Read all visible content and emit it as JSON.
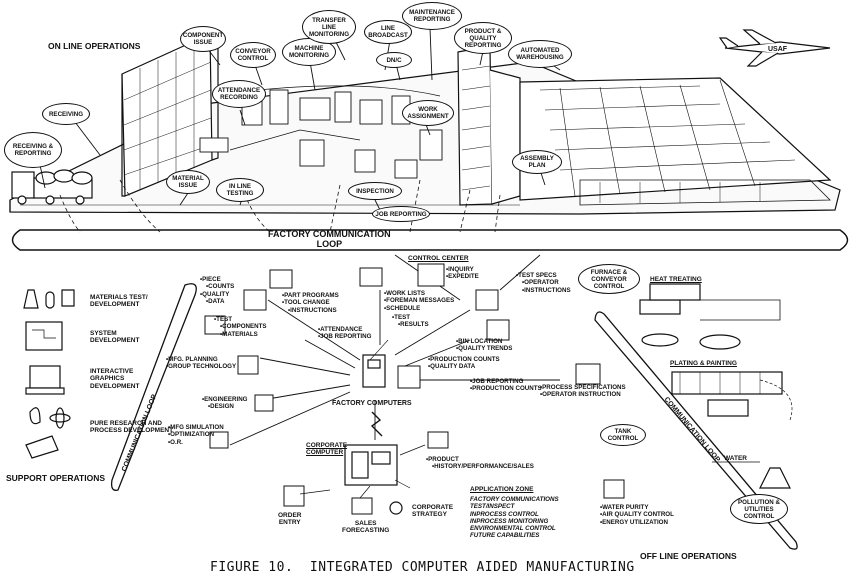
{
  "figure_title": "FIGURE 10.  INTEGRATED COMPUTER AIDED MANUFACTURING",
  "sections": {
    "on_line": "ON LINE OPERATIONS",
    "support": "SUPPORT OPERATIONS",
    "off_line": "OFF LINE OPERATIONS"
  },
  "factory_loop": "FACTORY COMMUNICATION\nLOOP",
  "comm_loop_left": "COMMUNICATION LOOP",
  "comm_loop_right": "COMMUNICATION LOOP",
  "aircraft_marking": "USAF",
  "callouts": {
    "receiving_reporting": "RECEIVING &\nREPORTING",
    "receiving": "RECEIVING",
    "component_issue": "COMPONENT\nISSUE",
    "conveyor_control": "CONVEYOR\nCONTROL",
    "machine_monitoring": "MACHINE\nMONITORING",
    "transfer_line": "TRANSFER\nLINE\nMONITORING",
    "line_broadcast": "LINE\nBROADCAST",
    "maintenance": "MAINTENANCE\nREPORTING",
    "product_quality": "PRODUCT &\nQUALITY\nREPORTING",
    "automated_warehousing": "AUTOMATED\nWAREHOUSING",
    "dnc": "DN/C",
    "attendance": "ATTENDANCE\nRECORDING",
    "work_assignment": "WORK\nASSIGNMENT",
    "material_issue": "MATERIAL\nISSUE",
    "in_line_testing": "IN LINE\nTESTING",
    "inspection": "INSPECTION",
    "job_reporting": "JOB REPORTING",
    "assembly_plan": "ASSEMBLY\nPLAN",
    "furnace": "FURNACE &\nCONVEYOR\nCONTROL",
    "tank_control": "TANK\nCONTROL",
    "pollution": "POLLUTION &\nUTILITIES\nCONTROL"
  },
  "control_center": {
    "title": "CONTROL CENTER",
    "items": [
      "INQUIRY",
      "EXPEDITE"
    ]
  },
  "labels": {
    "piece_counts": [
      "PIECE",
      "COUNTS",
      "QUALITY",
      "DATA"
    ],
    "part_programs": [
      "PART PROGRAMS",
      "TOOL CHANGE",
      "INSTRUCTIONS"
    ],
    "work_lists": [
      "WORK LISTS",
      "FOREMAN MESSAGES",
      "SCHEDULE"
    ],
    "test_specs": [
      "TEST SPECS",
      "OPERATOR",
      "INSTRUCTIONS"
    ],
    "test_components": [
      "TEST",
      "COMPONENTS",
      "MATERIALS"
    ],
    "attendance_job": [
      "ATTENDANCE",
      "JOB REPORTING"
    ],
    "test_results": [
      "TEST",
      "RESULTS"
    ],
    "bin_location": [
      "BIN LOCATION",
      "QUALITY TRENDS"
    ],
    "production_counts": [
      "PRODUCTION COUNTS",
      "QUALITY DATA"
    ],
    "mfg_planning": [
      "MFG. PLANNING",
      "GROUP TECHNOLOGY"
    ],
    "job_reporting_prod": [
      "JOB REPORTING",
      "PRODUCTION COUNTS"
    ],
    "process_specs": [
      "PROCESS SPECIFICATIONS",
      "OPERATOR INSTRUCTION"
    ],
    "engineering_design": [
      "ENGINEERING",
      "DESIGN"
    ],
    "mfg_simulation": [
      "MFG SIMULATION",
      "OPTIMIZATION",
      "O.R."
    ],
    "factory_computers": "FACTORY COMPUTERS",
    "corporate_computer": "CORPORATE\nCOMPUTER",
    "product_history": [
      "PRODUCT",
      "HISTORY/PERFORMANCE/SALES"
    ],
    "corporate_strategy": "CORPORATE\nSTRATEGY",
    "order_entry": "ORDER\nENTRY",
    "sales_forecasting": "SALES\nFORECASTING",
    "heat_treating": "HEAT TREATING",
    "plating_painting": "PLATING & PAINTING",
    "water": "WATER",
    "water_purity": [
      "WATER PURITY",
      "AIR QUALITY CONTROL",
      "ENERGY UTILIZATION"
    ]
  },
  "support_items": [
    "MATERIALS TEST/\nDEVELOPMENT",
    "SYSTEM\nDEVELOPMENT",
    "INTERACTIVE\nGRAPHICS\nDEVELOPMENT",
    "PURE RESEARCH AND\nPROCESS DEVELOPMENT"
  ],
  "application_zone": {
    "title": "APPLICATION ZONE",
    "items": [
      "FACTORY COMMUNICATIONS",
      "TEST/INSPECT",
      "INPROCESS CONTROL",
      "INPROCESS MONITORING",
      "ENVIRONMENTAL CONTROL",
      "FUTURE CAPABILITIES"
    ]
  }
}
